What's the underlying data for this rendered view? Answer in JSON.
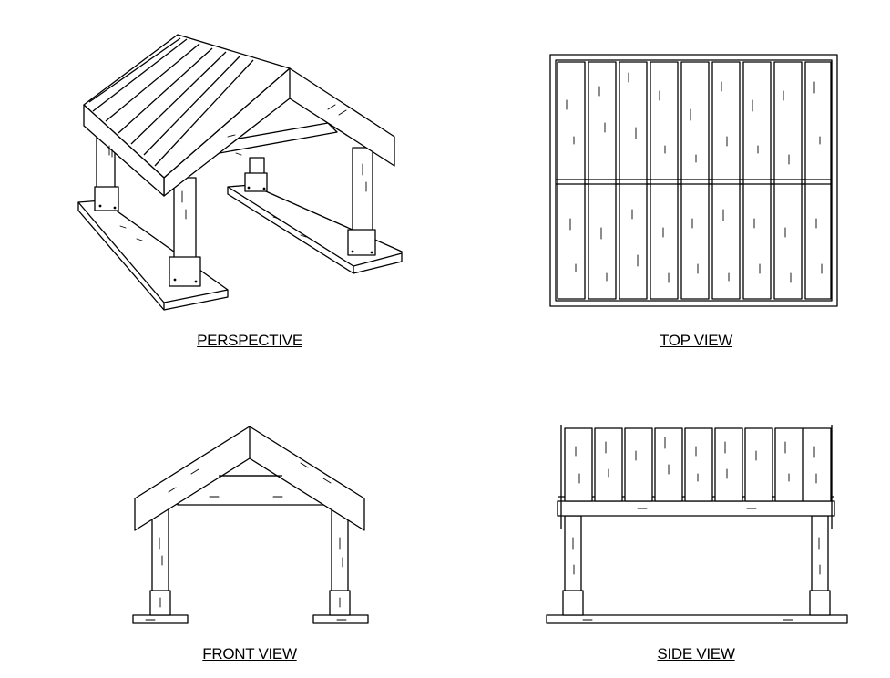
{
  "views": {
    "perspective": {
      "label": "PERSPECTIVE"
    },
    "top": {
      "label": "TOP VIEW"
    },
    "front": {
      "label": "FRONT VIEW"
    },
    "side": {
      "label": "SIDE VIEW"
    }
  },
  "colors": {
    "line": "#000000",
    "background": "#ffffff"
  }
}
